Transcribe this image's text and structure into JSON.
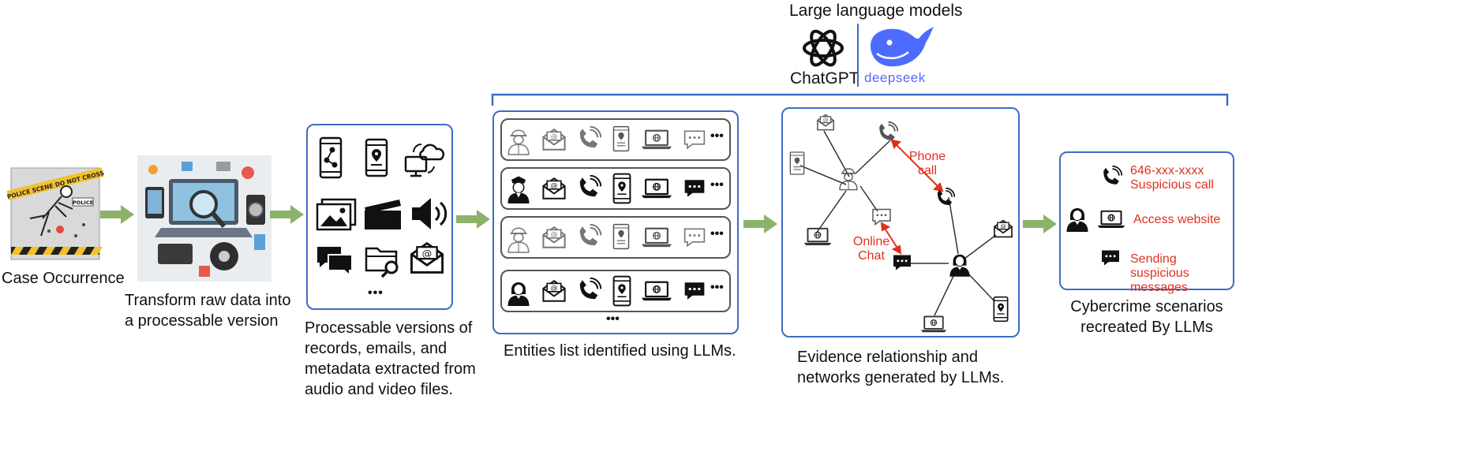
{
  "llm": {
    "title": "Large language models",
    "chatgpt_label": "ChatGPT",
    "deepseek_label": "deepseek"
  },
  "stages": {
    "case": {
      "caption": "Case Occurrence",
      "tape_text": "POLICE SCENE DO NOT CROSS",
      "badge_text": "POLICE"
    },
    "transform": {
      "caption_line1": "Transform raw data into",
      "caption_line2": "a processable version"
    },
    "processable": {
      "caption_lines": [
        "Processable versions of",
        "records, emails, and",
        "metadata extracted from",
        "audio and video files."
      ],
      "more": "•••"
    },
    "entities": {
      "caption": "Entities list identified using LLMs.",
      "more": "•••",
      "row_more": "•••"
    },
    "network": {
      "caption_line1": "Evidence relationship and",
      "caption_line2": "networks generated by LLMs.",
      "phone_call_label_1": "Phone",
      "phone_call_label_2": "call",
      "online_chat_label_1": "Online",
      "online_chat_label_2": "Chat"
    },
    "scenarios": {
      "caption_line1": "Cybercrime scenarios",
      "caption_line2": "recreated By LLMs",
      "item1_line1": "646-xxx-xxxx",
      "item1_line2": "Suspicious call",
      "item2": "Access website",
      "item3_line1": "Sending suspicious",
      "item3_line2": "messages"
    }
  },
  "colors": {
    "panel_border": "#3d6cc4",
    "arrow": "#8db26a",
    "accent_red": "#e0301e",
    "deepseek_blue": "#4d6bfe"
  }
}
